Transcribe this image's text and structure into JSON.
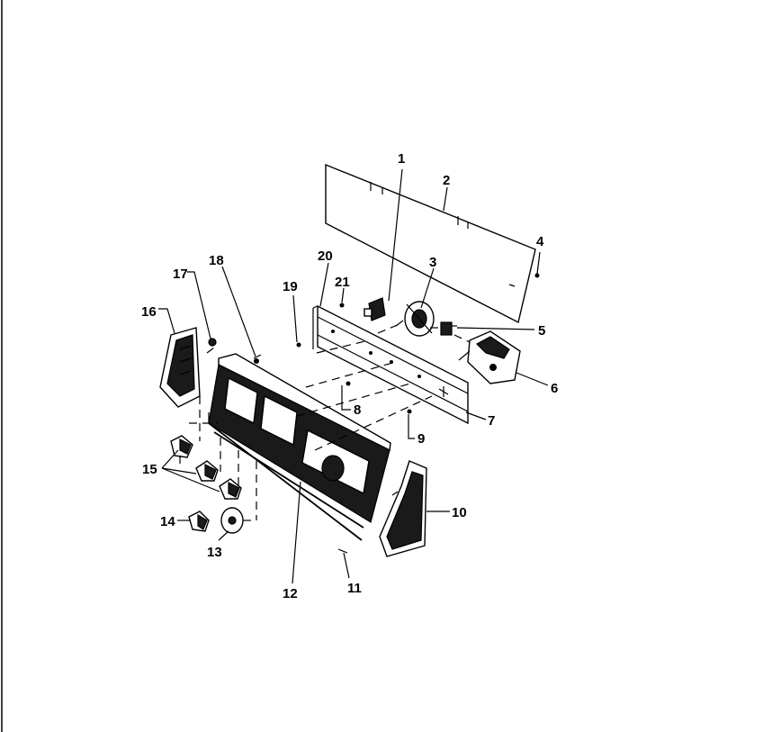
{
  "diagram": {
    "callouts": [
      "1",
      "2",
      "3",
      "4",
      "5",
      "6",
      "7",
      "8",
      "9",
      "10",
      "11",
      "12",
      "13",
      "14",
      "15",
      "16",
      "17",
      "18",
      "19",
      "20",
      "21"
    ],
    "colors": {
      "ink": "#000000",
      "paper": "#ffffff"
    }
  }
}
